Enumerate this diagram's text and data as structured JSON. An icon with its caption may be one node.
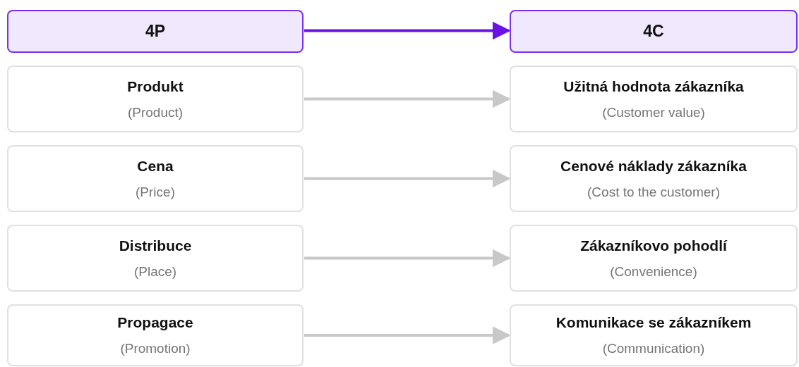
{
  "diagram": {
    "nodes": [
      {
        "text": [
          "4P"
        ]
      },
      {
        "text": [
          "4C"
        ]
      },
      {
        "text": [
          "Produkt",
          "(Product)"
        ]
      },
      {
        "text": [
          "Užitná hodnota zákazníka",
          "(Customer value)"
        ]
      },
      {
        "text": [
          "Cena",
          "(Price)"
        ]
      },
      {
        "text": [
          "Cenové náklady zákazníka",
          "(Cost to the customer)"
        ]
      },
      {
        "text": [
          "Distribuce",
          "(Place)"
        ]
      },
      {
        "text": [
          "Zákazníkovo pohodlí",
          "(Convenience)"
        ]
      },
      {
        "text": [
          "Propagace",
          "(Promotion)"
        ]
      },
      {
        "text": [
          "Komunikace se zákazníkem",
          "(Communication)"
        ]
      }
    ],
    "edges": [
      {
        "from": 0,
        "to": 1,
        "arrow": "to",
        "color": "#6a12e6"
      },
      {
        "from": 2,
        "to": 3,
        "arrow": "to"
      },
      {
        "from": 4,
        "to": 5,
        "arrow": "to"
      },
      {
        "from": 6,
        "to": 7,
        "arrow": "to"
      },
      {
        "from": 8,
        "to": 9,
        "arrow": "to"
      }
    ]
  }
}
